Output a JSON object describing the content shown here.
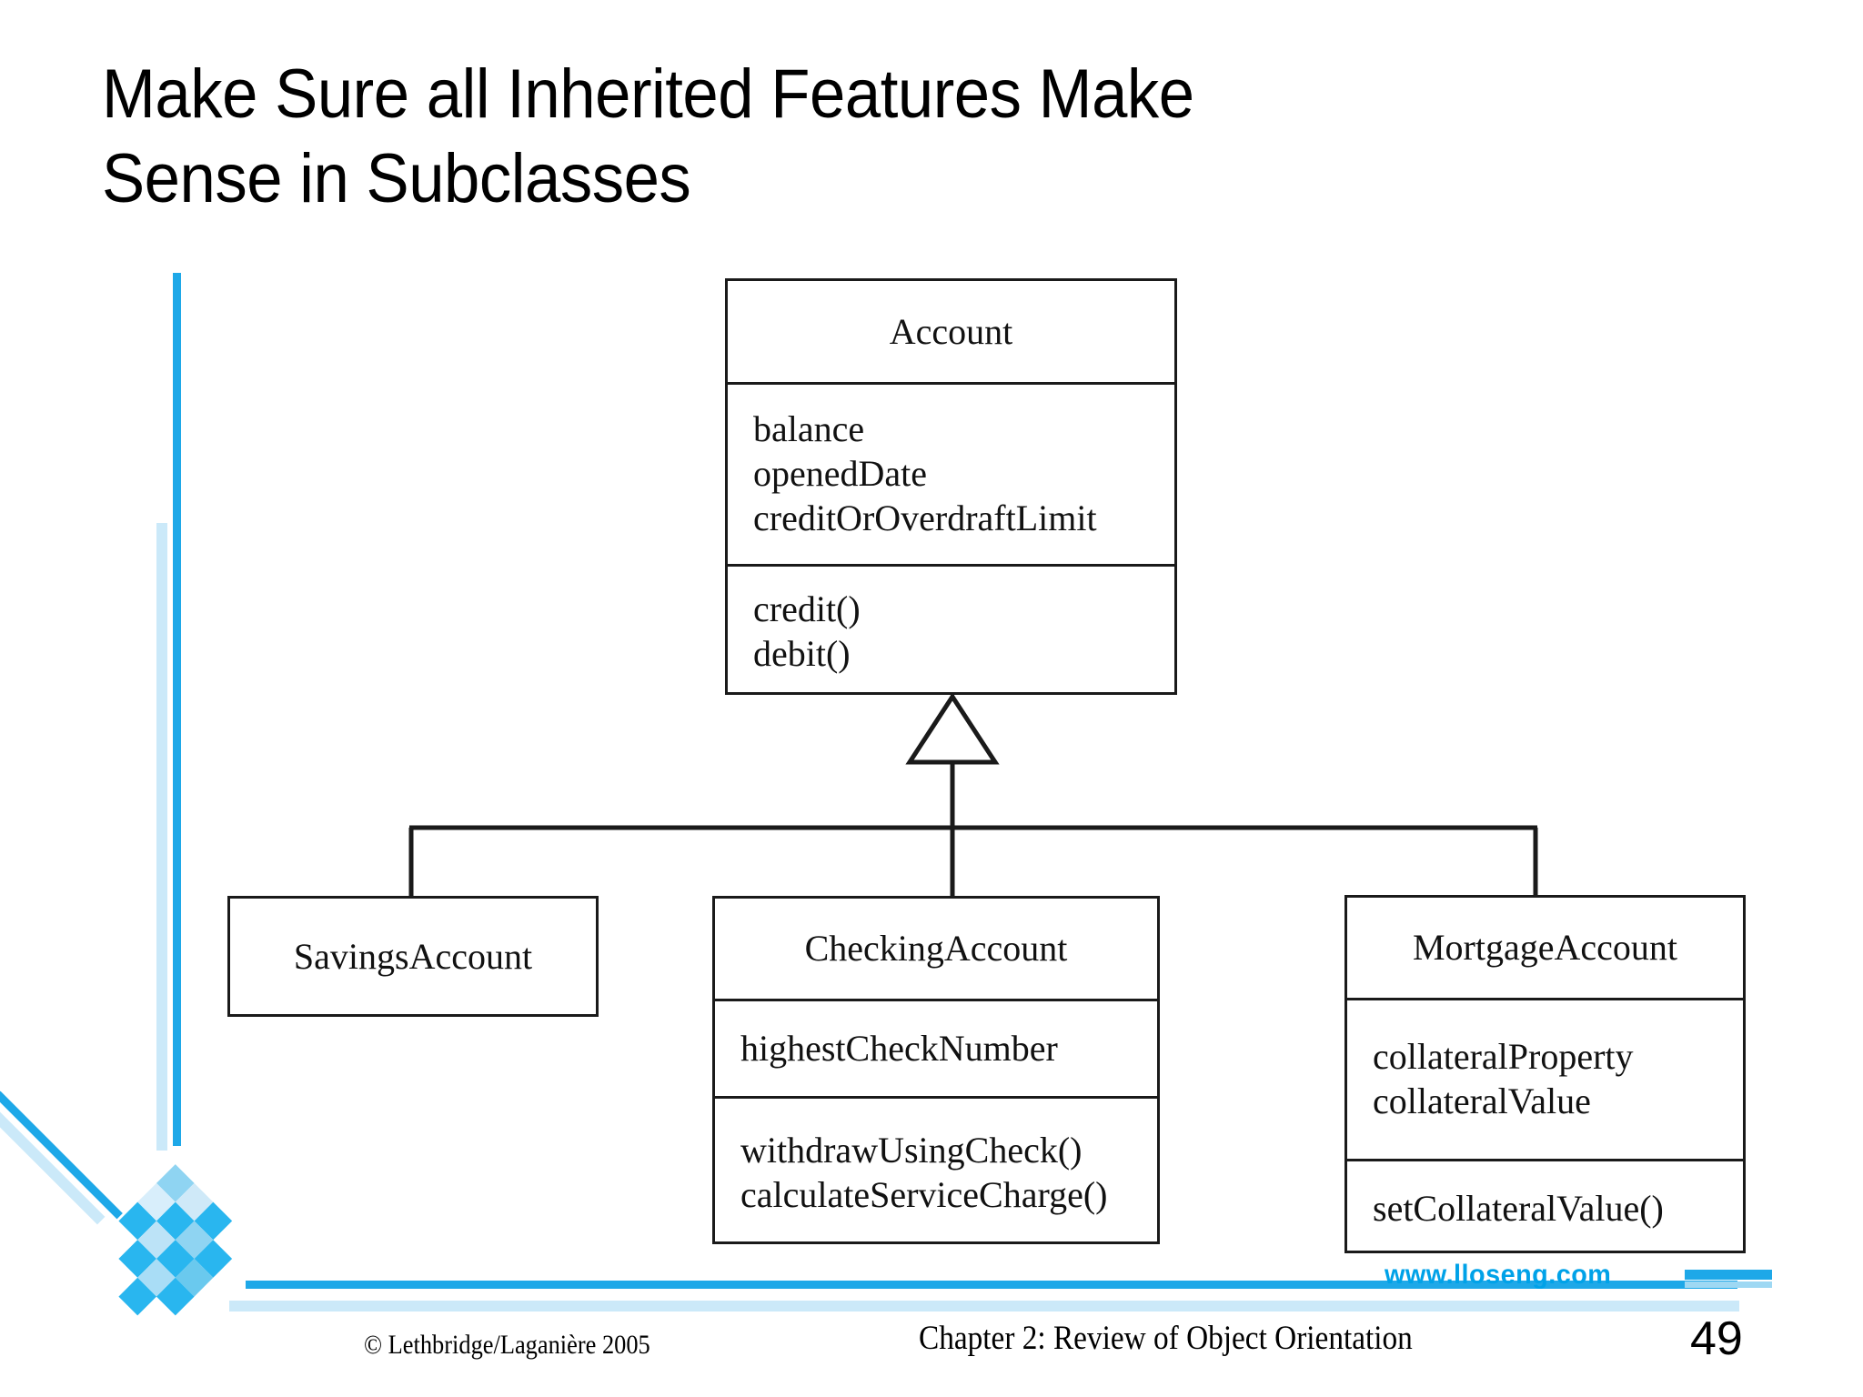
{
  "slide": {
    "title": "Make Sure all Inherited Features Make\nSense in Subclasses",
    "page_number": "49"
  },
  "diagram": {
    "type": "uml-class-diagram",
    "relationship": "generalization",
    "classes": {
      "account": {
        "name": "Account",
        "attributes": [
          "balance",
          "openedDate",
          "creditOrOverdraftLimit"
        ],
        "operations": [
          "credit()",
          "debit()"
        ]
      },
      "savings": {
        "name": "SavingsAccount",
        "attributes": [],
        "operations": []
      },
      "checking": {
        "name": "CheckingAccount",
        "attributes": [
          "highestCheckNumber"
        ],
        "operations": [
          "withdrawUsingCheck()",
          "calculateServiceCharge()"
        ]
      },
      "mortgage": {
        "name": "MortgageAccount",
        "attributes": [
          "collateralProperty",
          "collateralValue"
        ],
        "operations": [
          "setCollateralValue()"
        ]
      }
    }
  },
  "footer": {
    "copyright": "© Lethbridge/Laganière 2005",
    "chapter": "Chapter 2: Review of Object Orientation",
    "url": "www.lloseng.com"
  },
  "colors": {
    "accent_cyan": "#00a2e8",
    "accent_pale": "#cbe9f9",
    "line_black": "#1a1a1a"
  }
}
